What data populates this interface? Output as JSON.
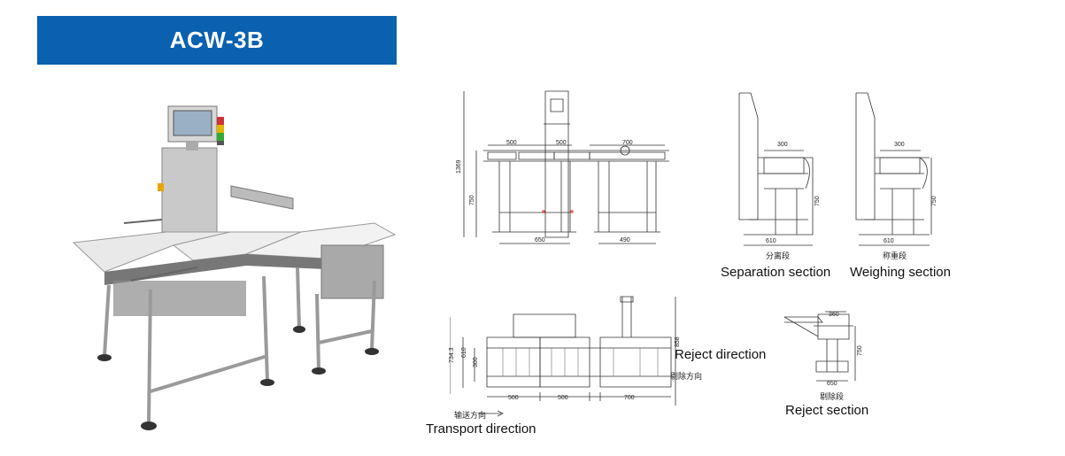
{
  "header": {
    "title": "ACW-3B",
    "color": "#0a61b0"
  },
  "labels": {
    "separation_section": "Separation section",
    "weighing_section": "Weighing section",
    "reject_direction": "Reject direction",
    "transport_direction": "Transport direction",
    "reject_section": "Reject section"
  },
  "chinese_labels": {
    "separation": "分离段",
    "weighing": "称重段",
    "reject_dir": "剔除方向",
    "transport_dir": "输送方向",
    "reject_sec": "剔除段"
  },
  "front_view_dims": {
    "height_total": "1369",
    "height_conveyor": "750",
    "width_left": "500",
    "width_mid": "500",
    "width_right": "700",
    "base_left": "650",
    "base_right": "490"
  },
  "side_view_dims": {
    "width_top": "300",
    "height": "750",
    "base": "610"
  },
  "top_view_dims": {
    "depth_total": "734.3",
    "depth_a": "610",
    "depth_b": "300",
    "width_left": "500",
    "width_mid": "500",
    "width_right": "700",
    "height_right": "858"
  },
  "reject_view_dims": {
    "top": "360",
    "base": "650",
    "height": "750"
  }
}
